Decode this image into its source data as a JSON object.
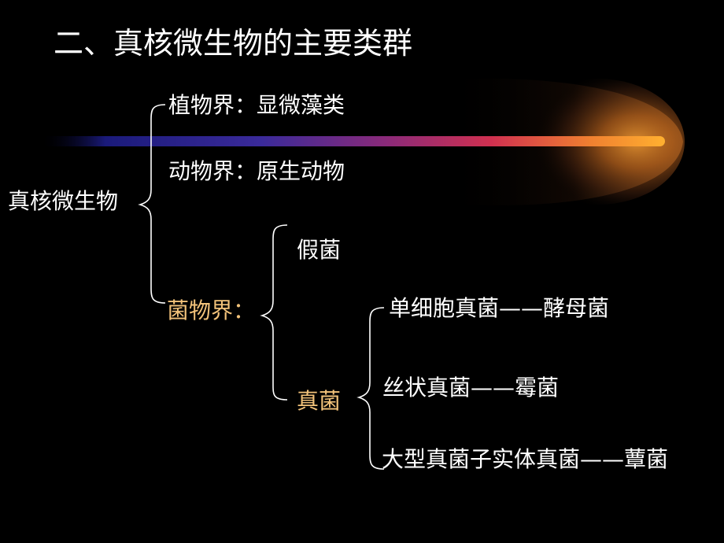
{
  "slide": {
    "title": "二、真核微生物的主要类群",
    "root": "真核微生物",
    "kingdoms": {
      "plant": "植物界：显微藻类",
      "animal": "动物界：原生动物",
      "fungi": "菌物界："
    },
    "fungi_groups": {
      "pseudo": "假菌",
      "true": "真菌"
    },
    "true_fungi": {
      "unicellular": "单细胞真菌——酵母菌",
      "filamentous": "丝状真菌——霉菌",
      "macro": "大型真菌子实体真菌——蕈菌"
    },
    "colors": {
      "background": "#000000",
      "text": "#ffffff",
      "highlight": "#f2c27a"
    }
  }
}
